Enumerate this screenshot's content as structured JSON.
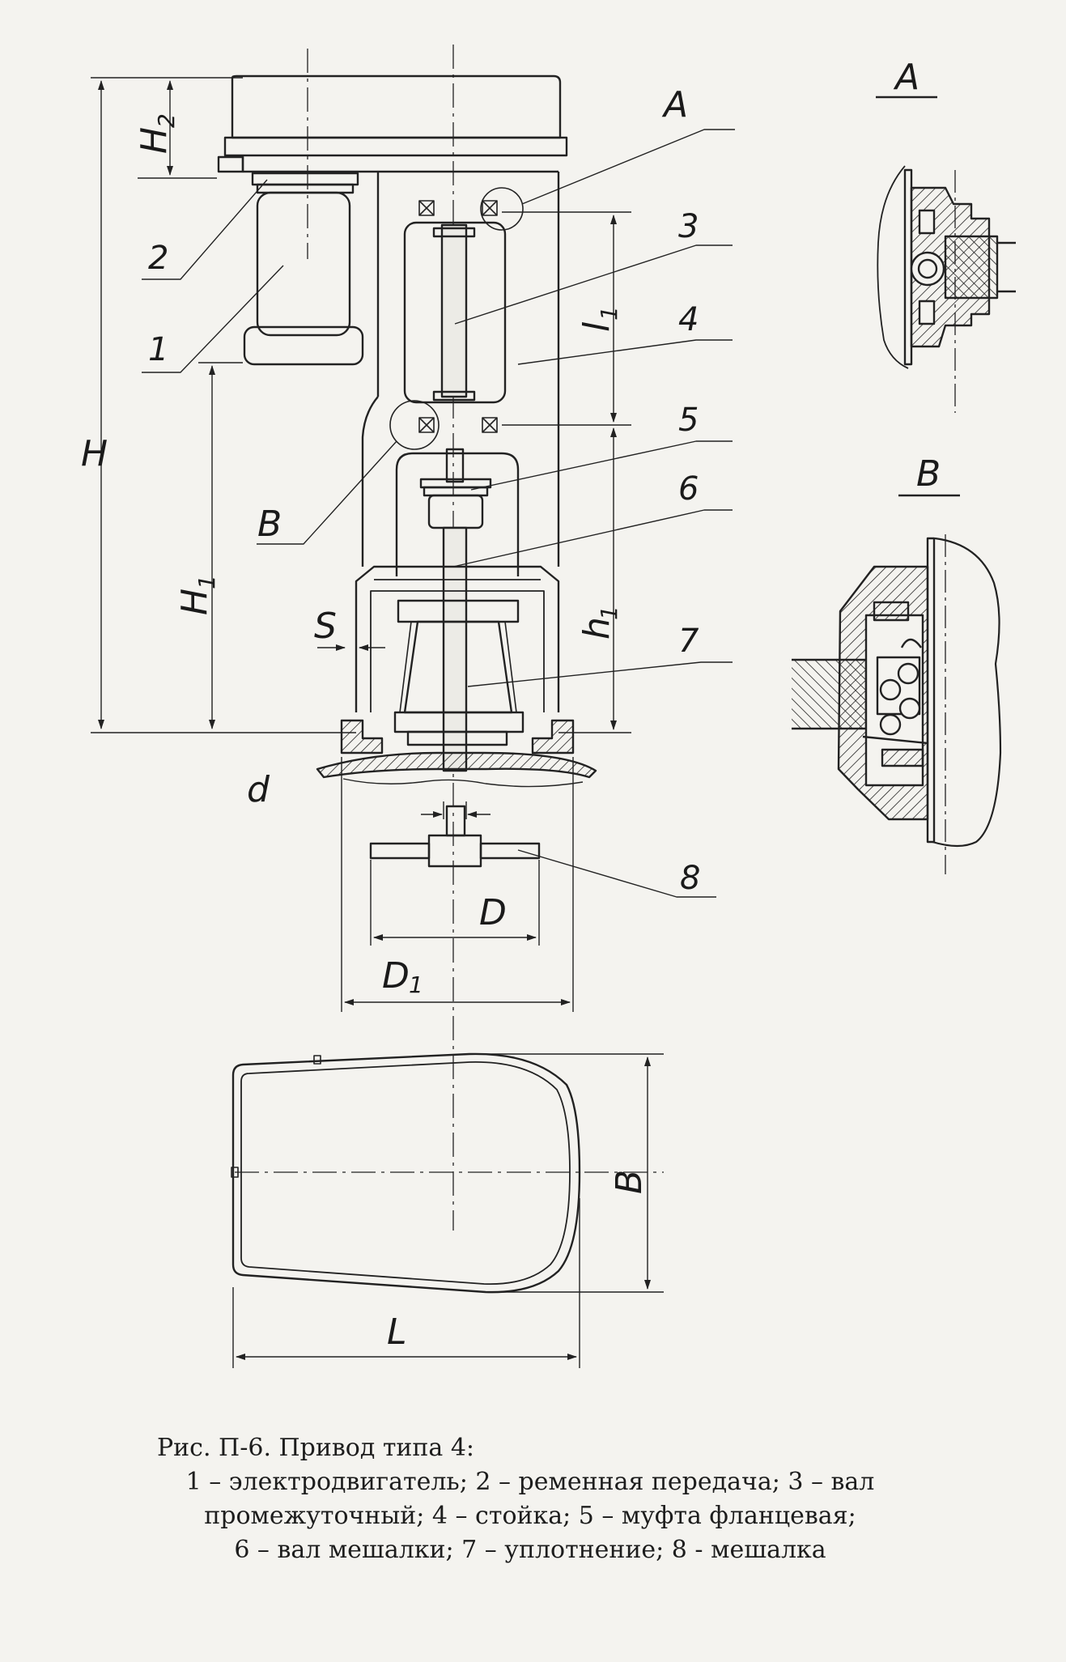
{
  "figure": {
    "labels": {
      "H": "H",
      "H1": "H",
      "H1_sub": "1",
      "H2": "H",
      "H2_sub": "2",
      "h1": "h",
      "h1_sub": "1",
      "l1": "l",
      "l1_sub": "1",
      "S": "S",
      "d": "d",
      "D": "D",
      "D1": "D",
      "D1_sub": "1",
      "B": "B",
      "L": "L"
    },
    "callouts": [
      "1",
      "2",
      "3",
      "4",
      "5",
      "6",
      "7",
      "8"
    ],
    "detail_refs": {
      "A": "A",
      "B": "B"
    },
    "views": {
      "A": "A",
      "B": "B"
    }
  },
  "caption": {
    "title": "Рис. П-6.   Привод типа 4:",
    "legend_lines": [
      "1 – электродвигатель;  2 – ременная передача; 3 – вал",
      "промежуточный; 4 – стойка; 5 – муфта фланцевая;",
      "6 – вал мешалки; 7 – уплотнение; 8 - мешалка"
    ]
  }
}
